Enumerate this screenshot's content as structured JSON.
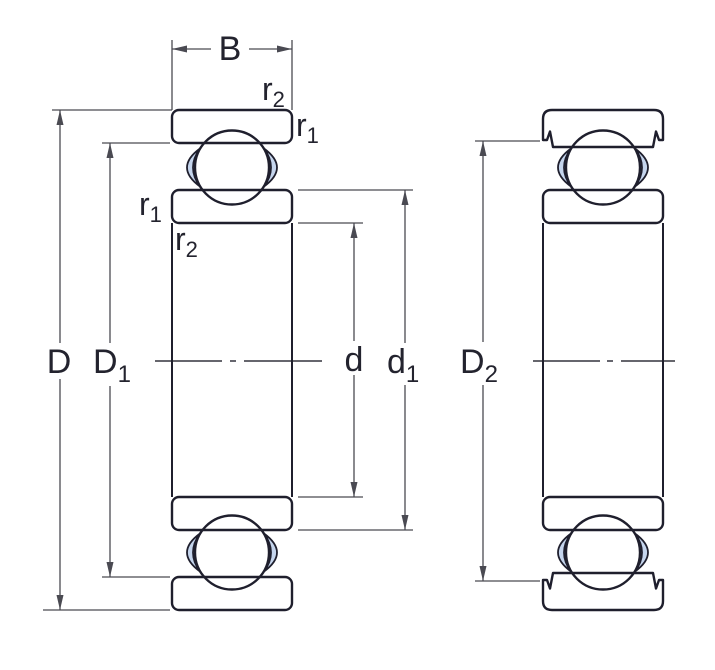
{
  "diagram": {
    "description": "Deep groove ball bearing cross-section dimension drawing with two sectional views",
    "colors": {
      "ring_fill": "#c5d5ed",
      "ball_fill": "#ffffff",
      "outline": "#1f1f2d",
      "centerline": "#33333d",
      "dimension_line": "#4a4a52",
      "label_text": "#23232e"
    },
    "labels": {
      "B": {
        "main": "B",
        "sub": ""
      },
      "D": {
        "main": "D",
        "sub": ""
      },
      "D1": {
        "main": "D",
        "sub": "1"
      },
      "D2": {
        "main": "D",
        "sub": "2"
      },
      "d": {
        "main": "d",
        "sub": ""
      },
      "d1": {
        "main": "d",
        "sub": "1"
      },
      "r1": {
        "main": "r",
        "sub": "1"
      },
      "r2": {
        "main": "r",
        "sub": "2"
      }
    }
  }
}
